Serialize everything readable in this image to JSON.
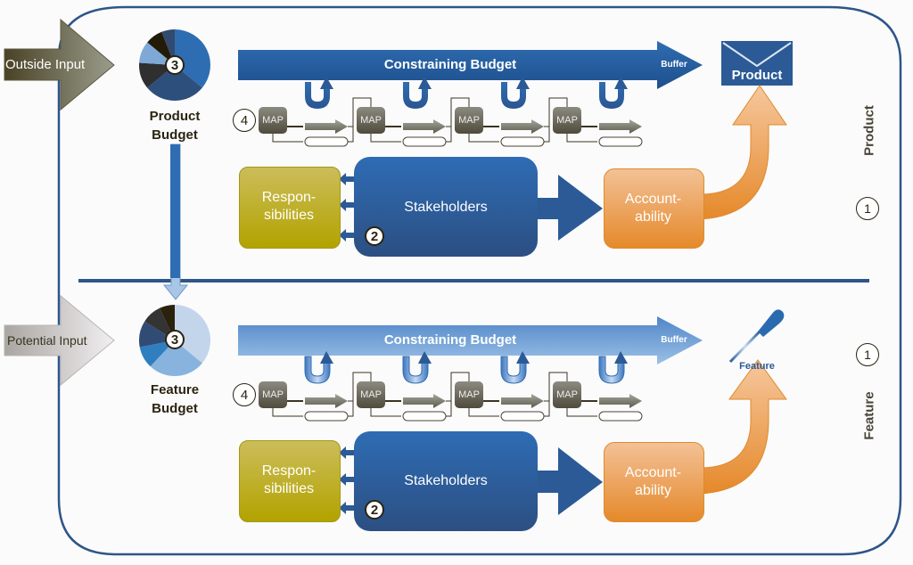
{
  "inputs": {
    "outside": "Outside Input",
    "potential": "Potential Input"
  },
  "product_lane": {
    "lane_label": "Product",
    "lane_number": "1",
    "budget_label_1": "Product",
    "budget_label_2": "Budget",
    "budget_number": "3",
    "constraining_budget": "Constraining Budget",
    "buffer": "Buffer",
    "output_label": "Product",
    "map_number": "4",
    "maps": [
      "MAP",
      "MAP",
      "MAP",
      "MAP"
    ],
    "responsibilities_1": "Respon-",
    "responsibilities_2": "sibilities",
    "stakeholders": "Stakeholders",
    "stakeholders_number": "2",
    "accountability_1": "Account-",
    "accountability_2": "ability"
  },
  "feature_lane": {
    "lane_label": "Feature",
    "lane_number": "1",
    "budget_label_1": "Feature",
    "budget_label_2": "Budget",
    "budget_number": "3",
    "constraining_budget": "Constraining Budget",
    "buffer": "Buffer",
    "output_label": "Feature",
    "map_number": "4",
    "maps": [
      "MAP",
      "MAP",
      "MAP",
      "MAP"
    ],
    "responsibilities_1": "Respon-",
    "responsibilities_2": "sibilities",
    "stakeholders": "Stakeholders",
    "stakeholders_number": "2",
    "accountability_1": "Account-",
    "accountability_2": "ability"
  },
  "colors": {
    "frame": "#2e5588",
    "dark_blue": "#2b5a96",
    "light_blue": "#7fa8d8",
    "olive": "#b8a81a",
    "orange": "#e88f2e"
  }
}
